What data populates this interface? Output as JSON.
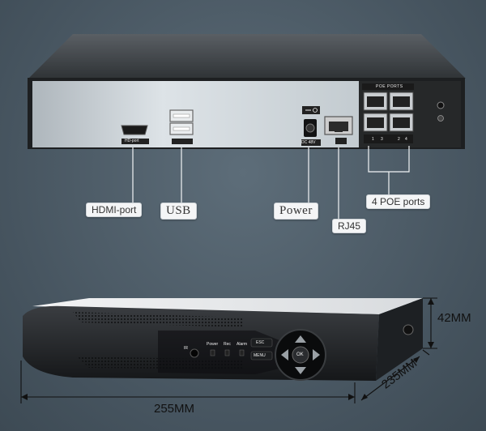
{
  "rear_panel": {
    "hdmi_port_label": "HD-port",
    "power_port_label": "DC 48V",
    "poe_header": "POE PORTS",
    "poe_port_numbers": [
      "1",
      "2",
      "3",
      "4"
    ]
  },
  "callouts": {
    "hdmi": "HDMI-port",
    "usb": "USB",
    "power": "Power",
    "rj45": "RJ45",
    "poe": "4 POE ports"
  },
  "front_panel": {
    "ir_label": "IR",
    "indicators": [
      "Power",
      "Rec",
      "Alarm"
    ],
    "esc_label": "ESC",
    "menu_label": "MENU",
    "ok_label": "OK"
  },
  "dimensions": {
    "width": "255MM",
    "depth": "235MM",
    "height": "42MM"
  },
  "colors": {
    "background": "#4b5a66",
    "case": "#2a2d30",
    "rear_face": "#cfd6db",
    "label_bg": "#f4f5f6"
  }
}
